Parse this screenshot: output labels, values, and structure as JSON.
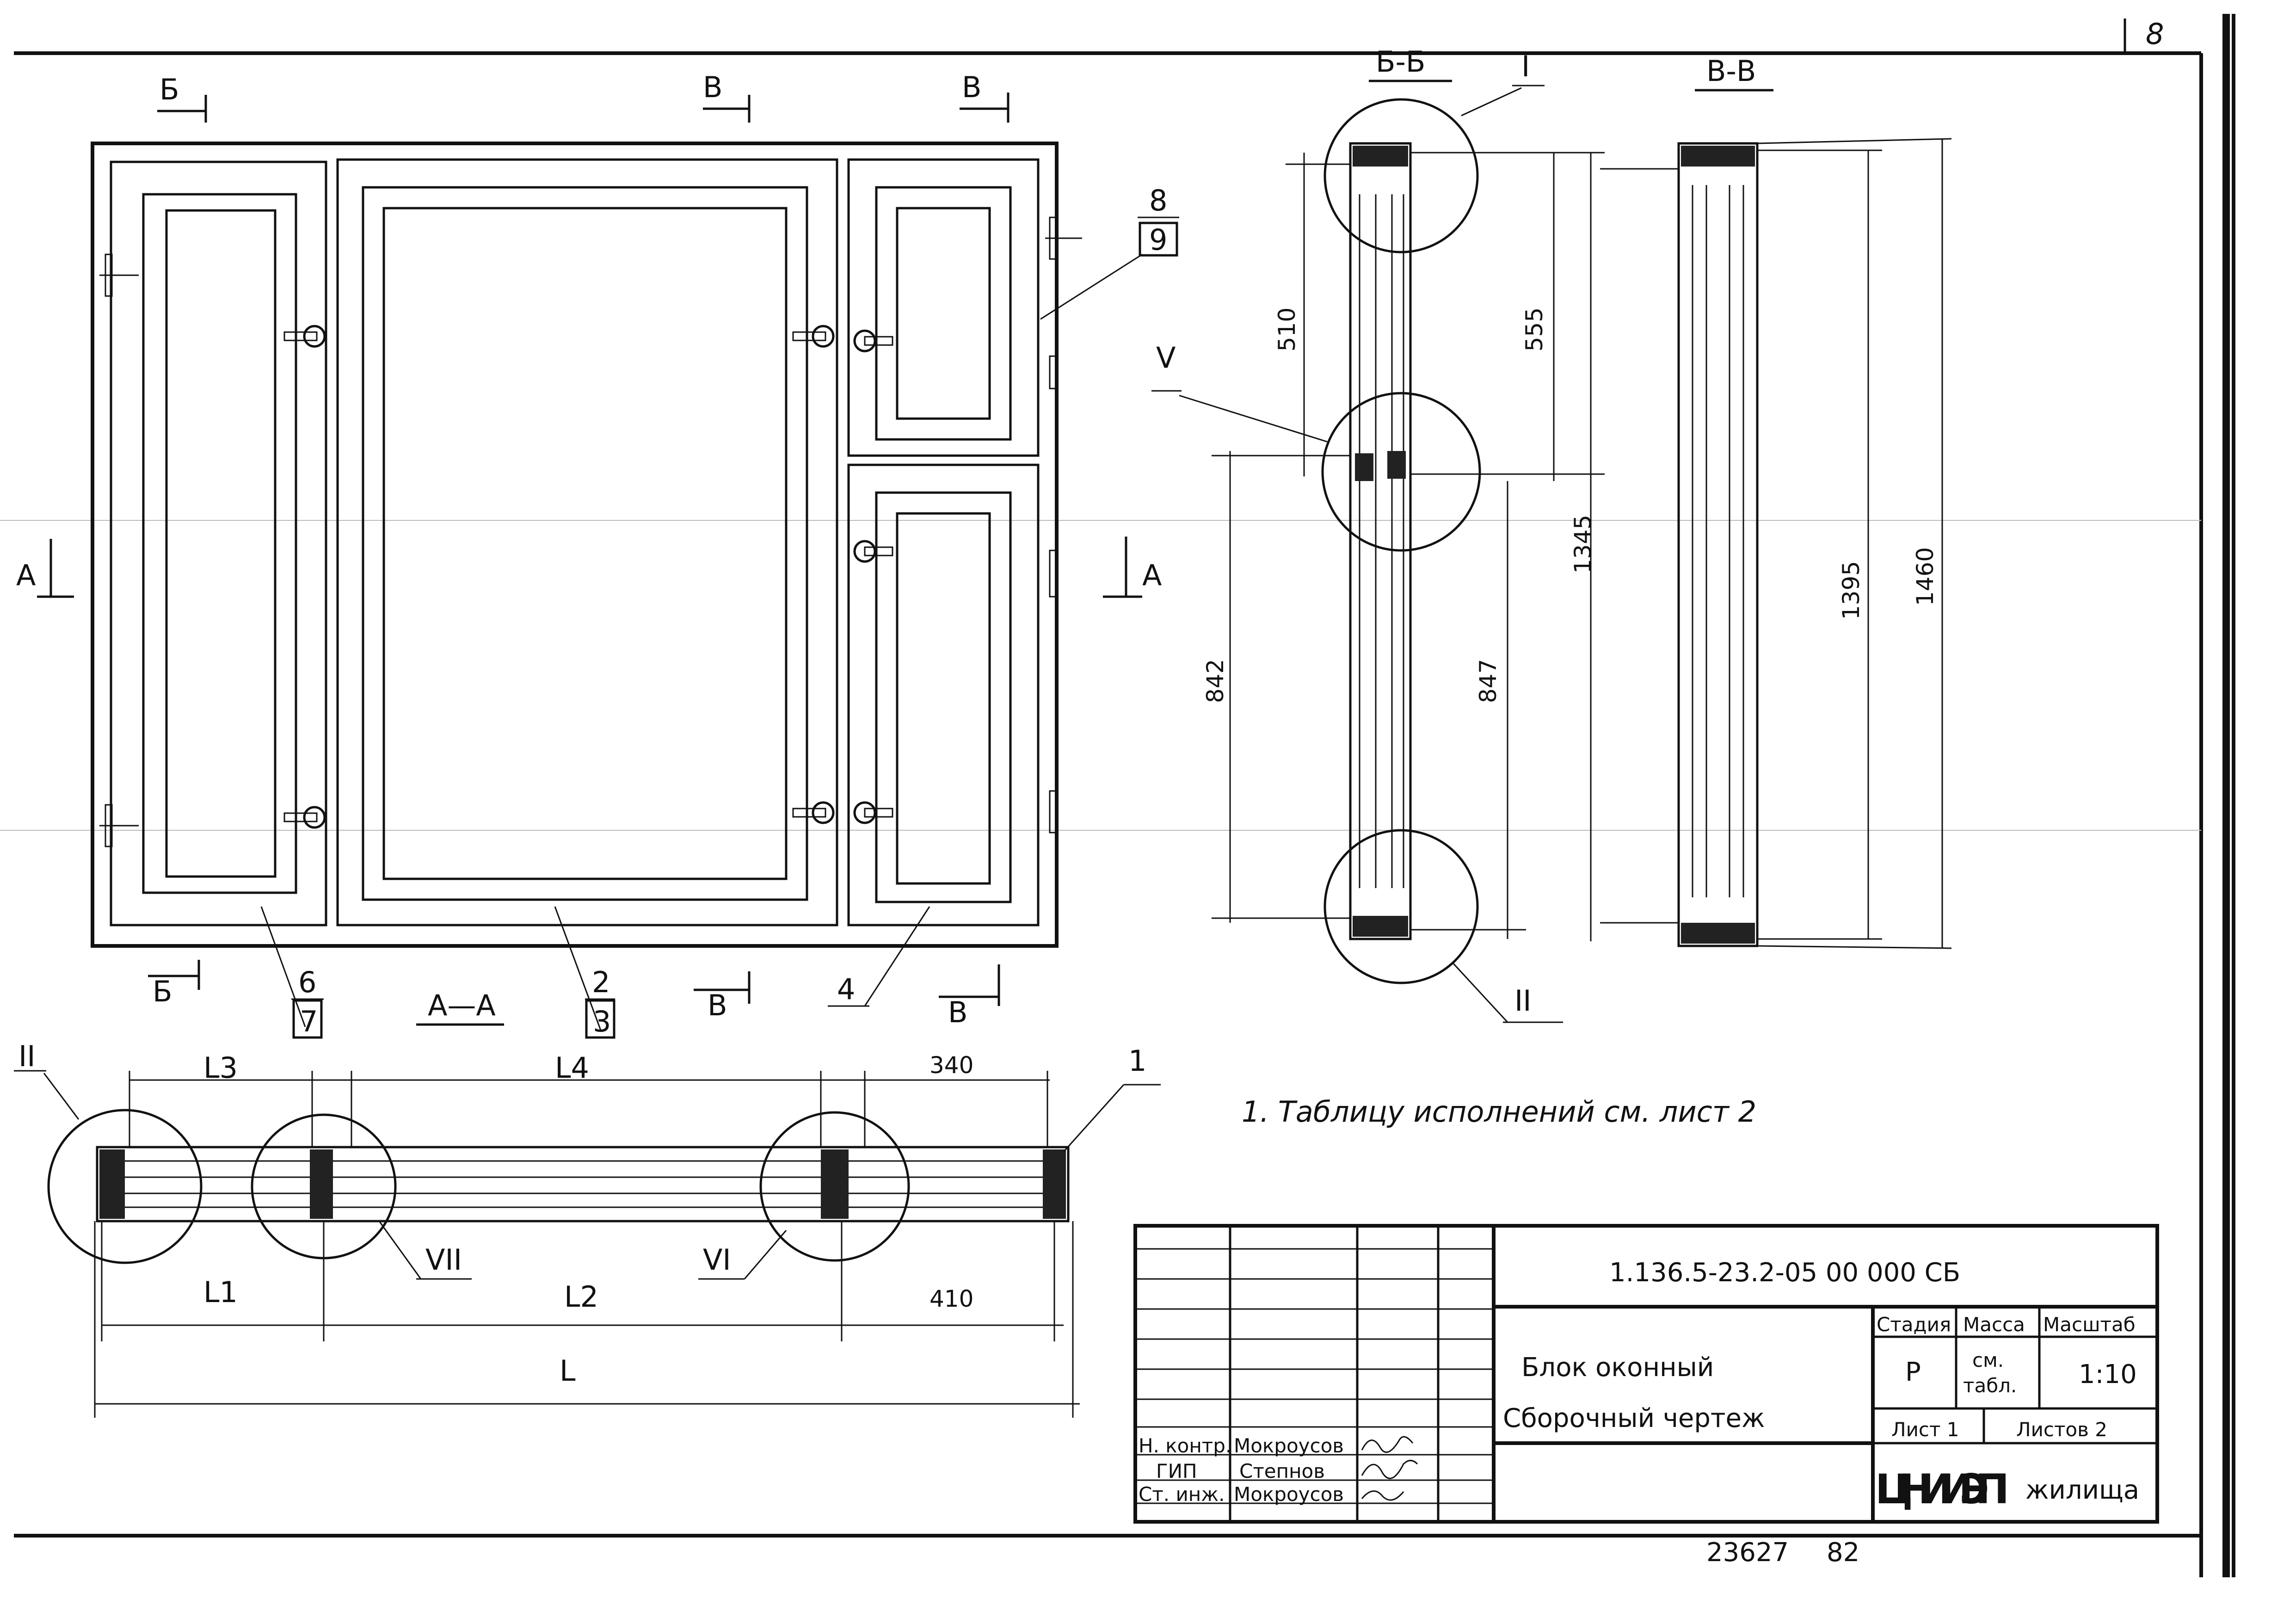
{
  "sheet": {
    "page_no": "8",
    "archive_no": "23627",
    "archive_year": "82"
  },
  "front_view": {
    "section_bb_top": "Б",
    "section_bb_bottom": "Б",
    "section_vv_top_1": "В",
    "section_vv_top_2": "В",
    "section_vv_bottom_1": "В",
    "section_vv_bottom_2": "В",
    "section_aa_left": "А",
    "section_aa_right": "А",
    "pos_8": "8",
    "pos_9": "9",
    "pos_6": "6",
    "pos_7": "7",
    "pos_2": "2",
    "pos_3": "3",
    "pos_4": "4",
    "section_aa_title": "А—А"
  },
  "section_bb": {
    "title": "Б-Б",
    "detail_I": "I",
    "detail_II": "II",
    "detail_V": "V",
    "dim_510": "510",
    "dim_555": "555",
    "dim_1345": "1345",
    "dim_842": "842",
    "dim_847": "847"
  },
  "section_vv": {
    "title": "В-В",
    "dim_1395": "1395",
    "dim_1460": "1460"
  },
  "section_aa": {
    "detail_II": "II",
    "detail_VII": "VII",
    "detail_VI": "VI",
    "pos_1": "1",
    "L3": "L3",
    "L4": "L4",
    "dim_340": "340",
    "L1": "L1",
    "L2": "L2",
    "dim_410": "410",
    "L": "L"
  },
  "note": "1. Таблицу исполнений см. лист 2",
  "title_block": {
    "designation": "1.136.5-23.2-05 00 000 СБ",
    "name_line1": "Блок оконный",
    "name_line2": "Сборочный чертеж",
    "stage_header": "Стадия",
    "mass_header": "Масса",
    "scale_header": "Масштаб",
    "stage_value": "Р",
    "mass_value_1": "см.",
    "mass_value_2": "табл.",
    "scale_value": "1:10",
    "sheet_label": "Лист 1",
    "sheets_label": "Листов 2",
    "org_logo": "ЦНИИЭП",
    "org_name": "жилища",
    "roles": [
      {
        "role": "Н. контр.",
        "name": "Мокроусов"
      },
      {
        "role": "ГИП",
        "name": "Степнов"
      },
      {
        "role": "Ст. инж.",
        "name": "Мокроусов"
      }
    ]
  }
}
